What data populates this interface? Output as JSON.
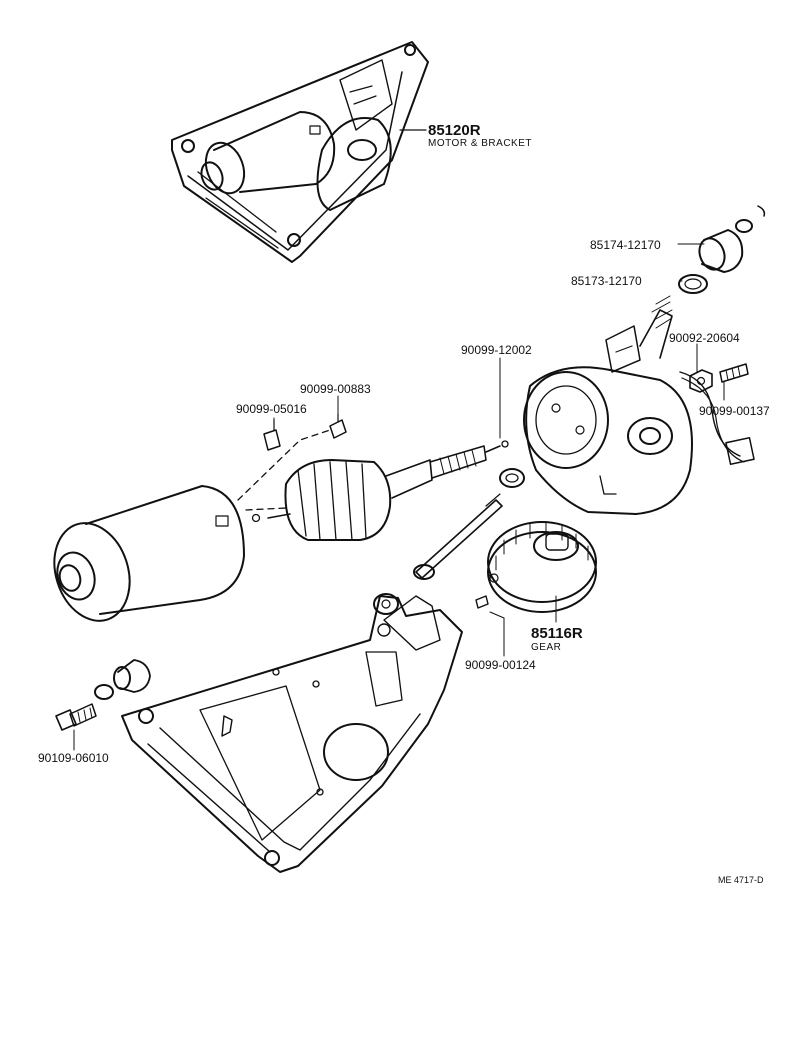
{
  "callouts": {
    "motor_bracket": {
      "part": "85120R",
      "name": "MOTOR & BRACKET"
    },
    "gear": {
      "part": "85116R",
      "name": "GEAR"
    },
    "p_85174": "85174-12170",
    "p_85173": "85173-12170",
    "p_90092": "90092-20604",
    "p_90099_00137": "90099-00137",
    "p_90099_12002": "90099-12002",
    "p_90099_00883": "90099-00883",
    "p_90099_05016": "90099-05016",
    "p_90099_00124": "90099-00124",
    "p_90109_06010": "90109-06010"
  },
  "figure_code": "ME 4717-D",
  "colors": {
    "ink": "#111111",
    "paper": "#ffffff"
  }
}
